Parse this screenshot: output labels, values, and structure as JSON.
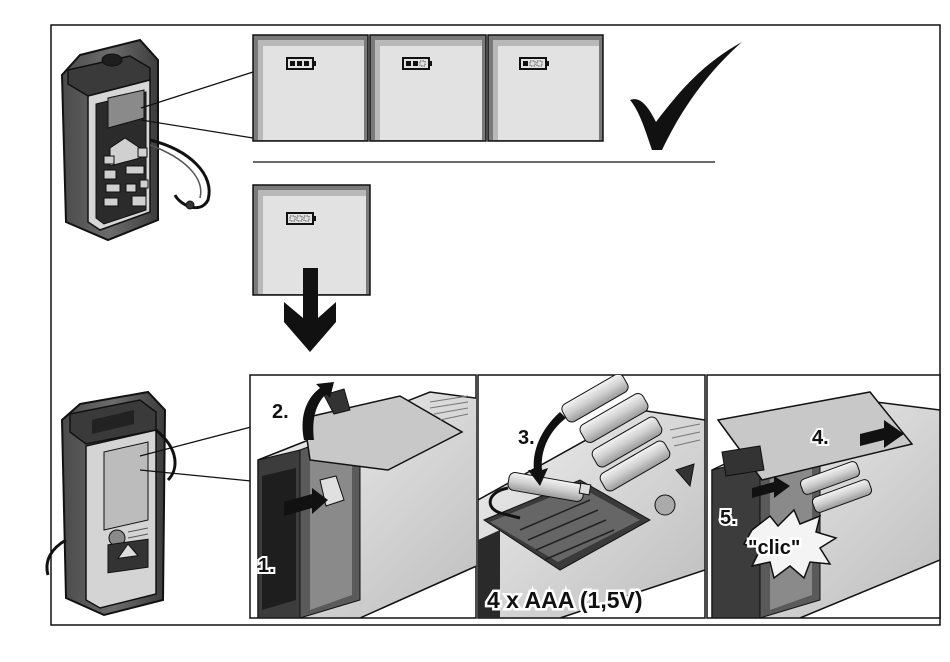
{
  "steps": {
    "press": "1.",
    "lift": "2.",
    "insert": "3.",
    "push": "4.",
    "snap": "5."
  },
  "battery_spec": "4 x AAA (1,5V)",
  "click_sound": "\"clic\"",
  "battery_levels": {
    "ok_panels": [
      3,
      2,
      1
    ],
    "empty_panel": 0,
    "max_segments": 3
  },
  "icons": {
    "ok_mark": "checkmark-icon",
    "next_step": "arrow-down-icon"
  },
  "colors": {
    "outline": "#111111",
    "device_body": "#5a5a5a",
    "device_face": "#c8c8c8",
    "panel_bg": "#e2e2e2",
    "panel_frame": "#6e6e6e"
  }
}
